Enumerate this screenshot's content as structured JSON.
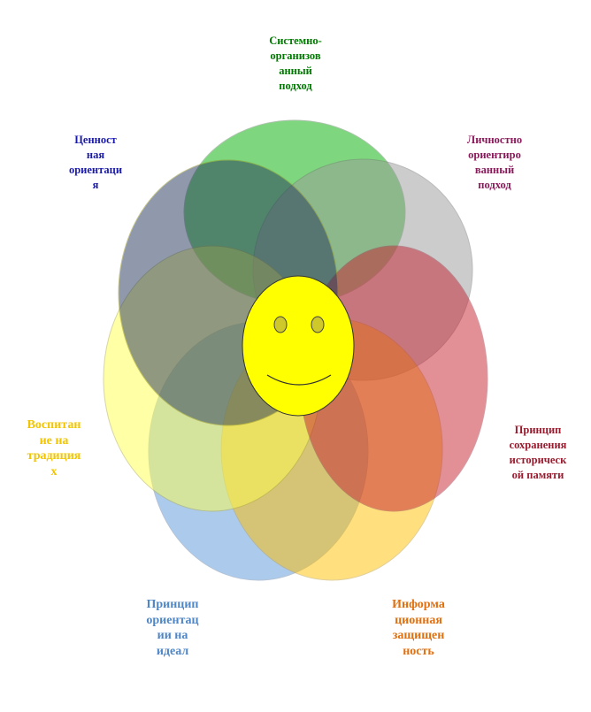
{
  "petals": [
    {
      "id": "systemic",
      "label": "Системно-\nорганизов\nанный\nподход",
      "fill": "#00B000",
      "text_color": "#007A00"
    },
    {
      "id": "personal",
      "label": "Личностно\nориентиро\nванный\nподход",
      "fill": "#9A9A9A",
      "text_color": "#8B1A5B"
    },
    {
      "id": "historical",
      "label": "Принцип\nсохранения\nисторическ\nой памяти",
      "fill": "#C62230",
      "text_color": "#9B1B2E"
    },
    {
      "id": "informational",
      "label": "Информа\nционная\nзащищен\nность",
      "fill": "#FFC000",
      "text_color": "#E07010"
    },
    {
      "id": "ideal",
      "label": "Принцип\nориентац\nии на\nидеал",
      "fill": "#5B96DB",
      "text_color": "#4F86C6"
    },
    {
      "id": "traditions",
      "label": "Воспитан\nие на\nтрадиция\nх",
      "fill": "#FFFF50",
      "text_color": "#F2C500"
    },
    {
      "id": "value",
      "label": "Ценност\nная\nориентаци\nя",
      "fill": "#24365A",
      "text_color": "#1A1AA8"
    }
  ],
  "center": {
    "icon": "smiley-face-icon",
    "face_fill": "#FFFF00",
    "eye_fill": "#CFC82A"
  }
}
